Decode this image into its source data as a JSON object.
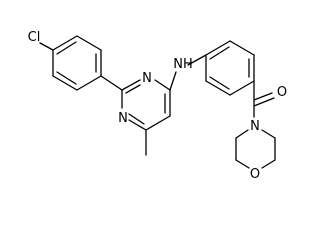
{
  "structure": {
    "labels": {
      "chlorine": "Cl",
      "pyrimidine_n_top": "N",
      "pyrimidine_n_bottom": "N",
      "amine": "NH",
      "carbonyl_oxygen": "O",
      "morpholine_nitrogen": "N",
      "morpholine_oxygen": "O"
    }
  }
}
